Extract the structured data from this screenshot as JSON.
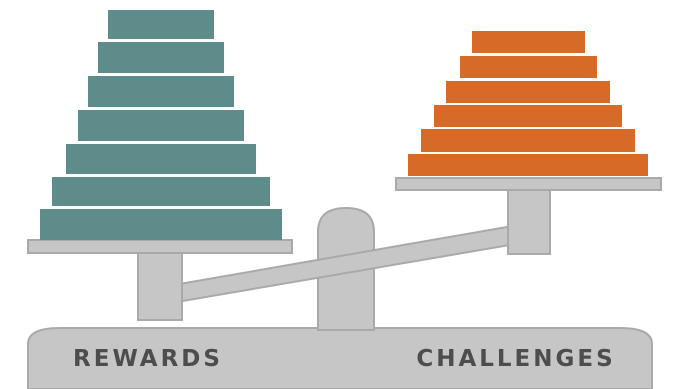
{
  "labels": {
    "left": "REWARDS",
    "right": "CHALLENGES"
  },
  "colors": {
    "rewards": "#5e8c8a",
    "challenges": "#d86a28",
    "scale": "#c6c6c6",
    "scale_outline": "#a9a9a9",
    "label_text": "#4d4d4d"
  },
  "stacks": {
    "rewards_layers": 7,
    "challenges_layers": 6
  }
}
